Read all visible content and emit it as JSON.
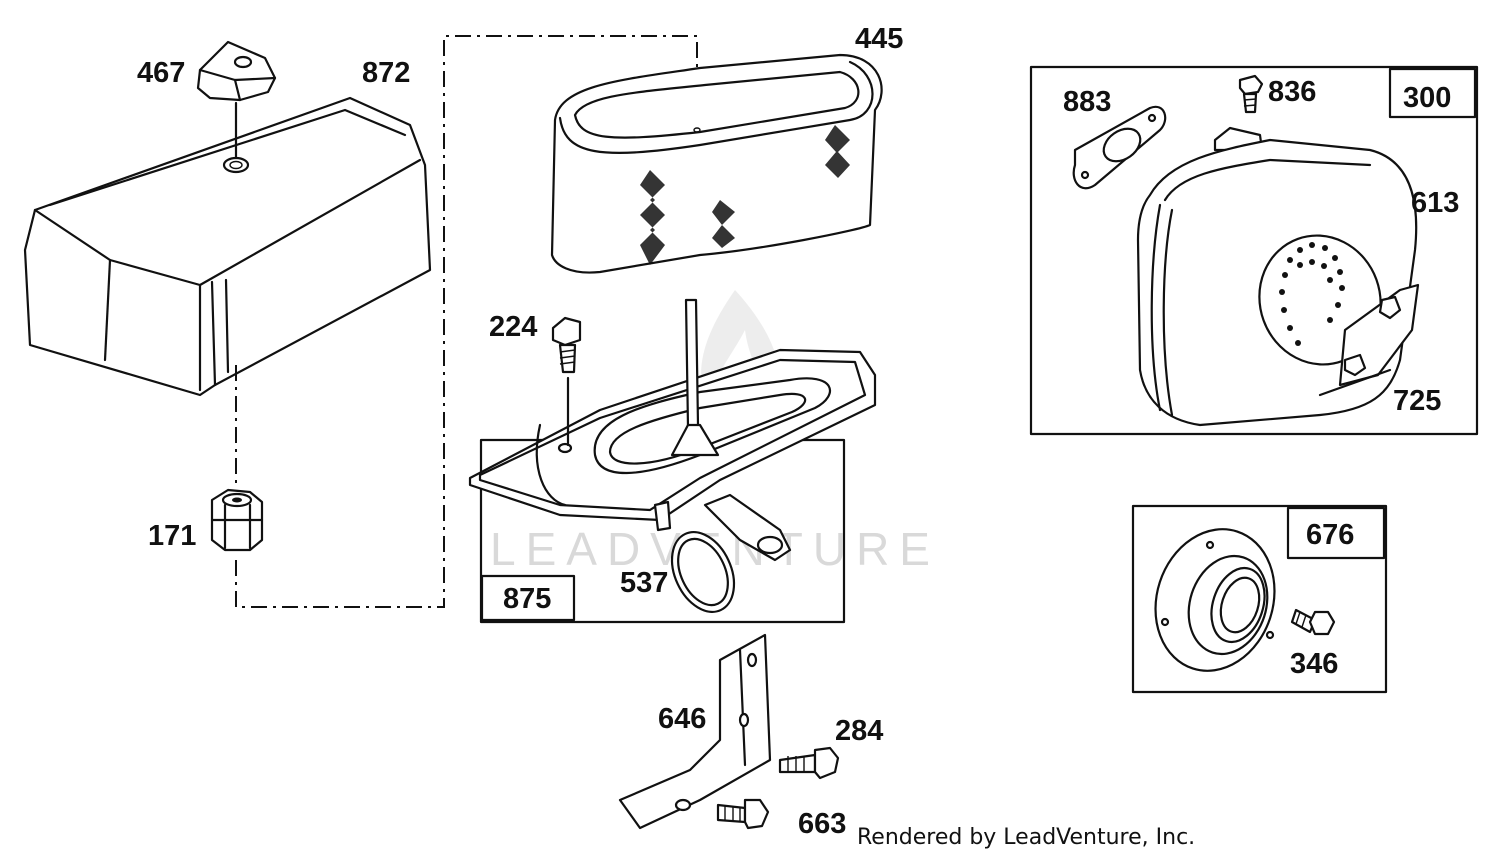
{
  "watermark": "LEADVENTURE",
  "credit": "Rendered by LeadVenture, Inc.",
  "boxes": {
    "b875": "875",
    "b300": "300",
    "b676": "676"
  },
  "parts": {
    "p467": "467",
    "p872": "872",
    "p445": "445",
    "p224": "224",
    "p171": "171",
    "p537": "537",
    "p646": "646",
    "p284": "284",
    "p663": "663",
    "p883": "883",
    "p836": "836",
    "p613": "613",
    "p725": "725",
    "p346": "346"
  }
}
